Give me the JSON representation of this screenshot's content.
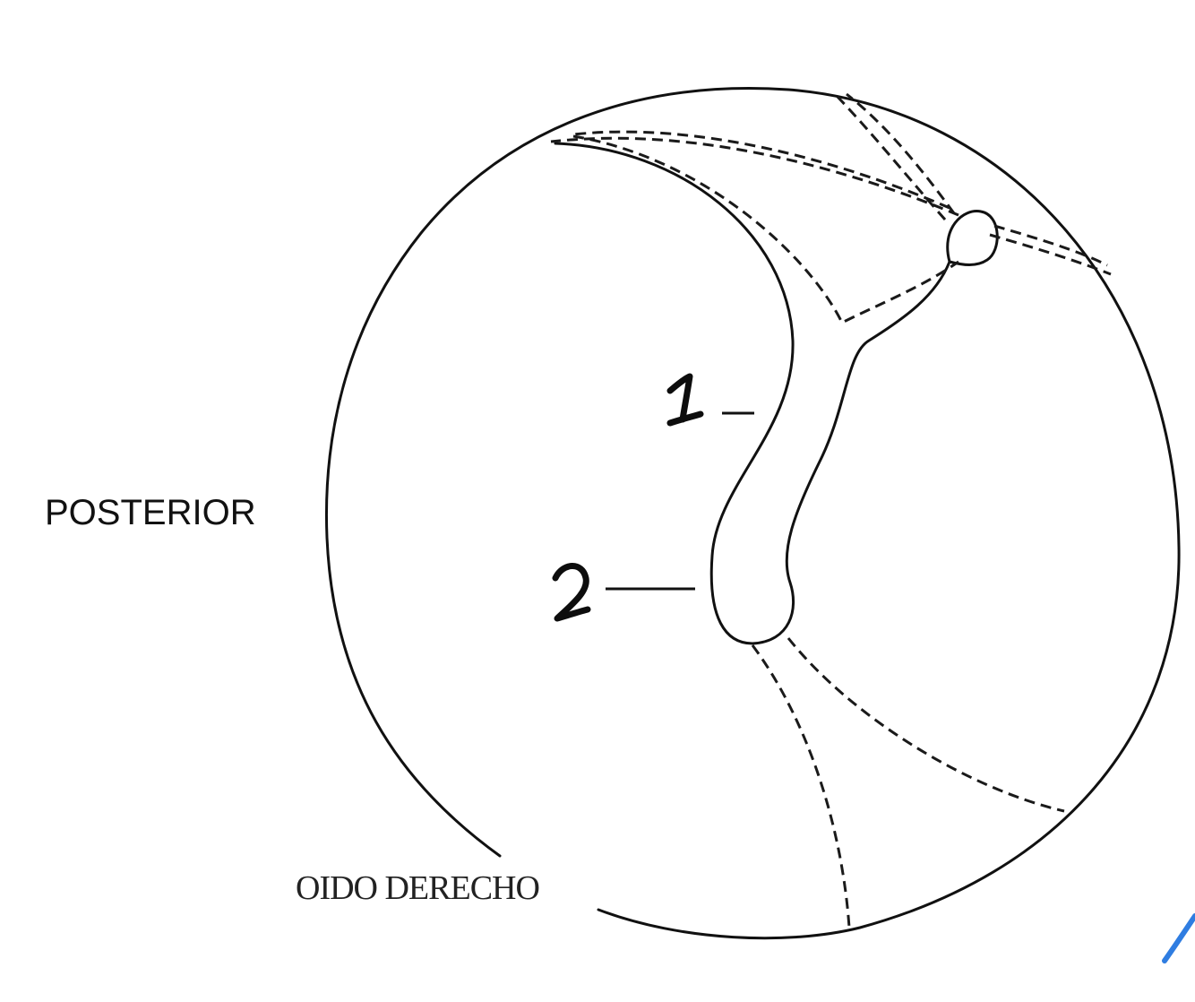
{
  "labels": {
    "orientation": "POSTERIOR",
    "caption": "OIDO DERECHO",
    "marker_1": "1",
    "marker_2": "2"
  },
  "colors": {
    "line": "#111111",
    "accent_stroke": "#2f7de1",
    "background": "#ffffff"
  }
}
